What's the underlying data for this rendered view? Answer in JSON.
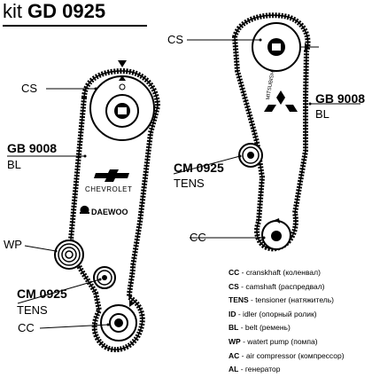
{
  "title": {
    "prefix": "kit",
    "code": "GD 0925"
  },
  "left_engine": {
    "cs_label": "CS",
    "belt_code": "GB 9008",
    "belt_type": "BL",
    "wp_label": "WP",
    "tensioner_code": "CM 0925",
    "tensioner_type": "TENS",
    "cc_label": "CC",
    "brand_1": "CHEVROLET",
    "brand_2": "DAEWOO"
  },
  "right_engine": {
    "cs_label": "CS",
    "belt_code": "GB 9008",
    "belt_type": "BL",
    "tensioner_code": "CM 0925",
    "tensioner_type": "TENS",
    "cc_label": "CC",
    "brand": "MITSUBISHI"
  },
  "legend": [
    {
      "abbr": "CC",
      "text": " - cranskhaft (коленвал)"
    },
    {
      "abbr": "CS",
      "text": " - camshaft (распредвал)"
    },
    {
      "abbr": "TENS",
      "text": " - tensioner (натяжитель)"
    },
    {
      "abbr": "ID",
      "text": " - idler (опорный ролик)"
    },
    {
      "abbr": "BL",
      "text": " - belt (ремень)"
    },
    {
      "abbr": "WP",
      "text": " - watert pump (помпа)"
    },
    {
      "abbr": "AC",
      "text": " - air compressor (компрессор)"
    },
    {
      "abbr": "AL",
      "text": " - генератор"
    }
  ]
}
